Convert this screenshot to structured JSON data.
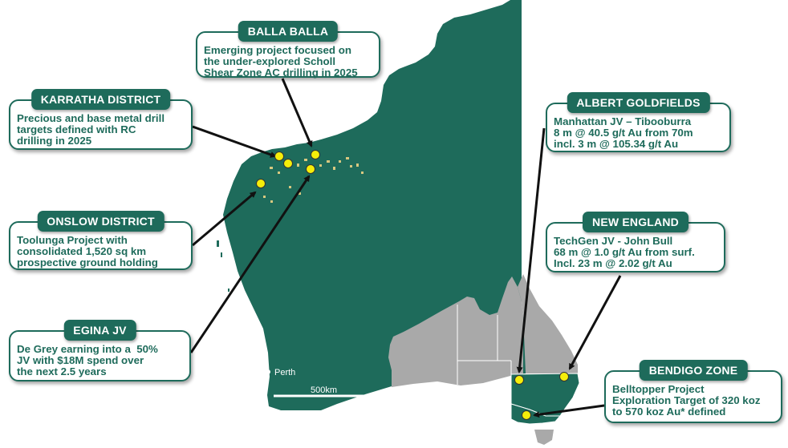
{
  "map": {
    "perth_label": "Perth",
    "scale_label": "500km",
    "colors": {
      "wa_land": "#1e6b5b",
      "australia_land": "#a9a9a9",
      "project_marker": "#f5ee0a",
      "accent": "#1e6b5b"
    }
  },
  "callouts": {
    "balla_balla": {
      "title": "BALLA BALLA",
      "text": "Emerging project focused on\nthe under-explored Scholl\nShear Zone AC drilling in 2025"
    },
    "karratha": {
      "title": "KARRATHA DISTRICT",
      "text": "Precious and base metal drill\ntargets defined with RC\ndrilling in 2025"
    },
    "onslow": {
      "title": "ONSLOW DISTRICT",
      "text": "Toolunga Project with\nconsolidated 1,520 sq km\nprospective ground holding"
    },
    "egina": {
      "title": "EGINA JV",
      "text": "De Grey earning into a  50%\nJV with $18M spend over\nthe next 2.5 years"
    },
    "albert": {
      "title": "ALBERT GOLDFIELDS",
      "text": "Manhattan JV – Tibooburra\n8 m @ 40.5 g/t Au from 70m\nincl. 3 m @ 105.34 g/t Au"
    },
    "new_england": {
      "title": "NEW ENGLAND",
      "text": "TechGen JV - John Bull\n68 m @ 1.0 g/t Au from surf.\nIncl. 23 m @ 2.02 g/t Au"
    },
    "bendigo": {
      "title": "BENDIGO ZONE",
      "text": "Belltopper Project\nExploration Target of 320 koz\nto 570 koz Au* defined"
    }
  }
}
